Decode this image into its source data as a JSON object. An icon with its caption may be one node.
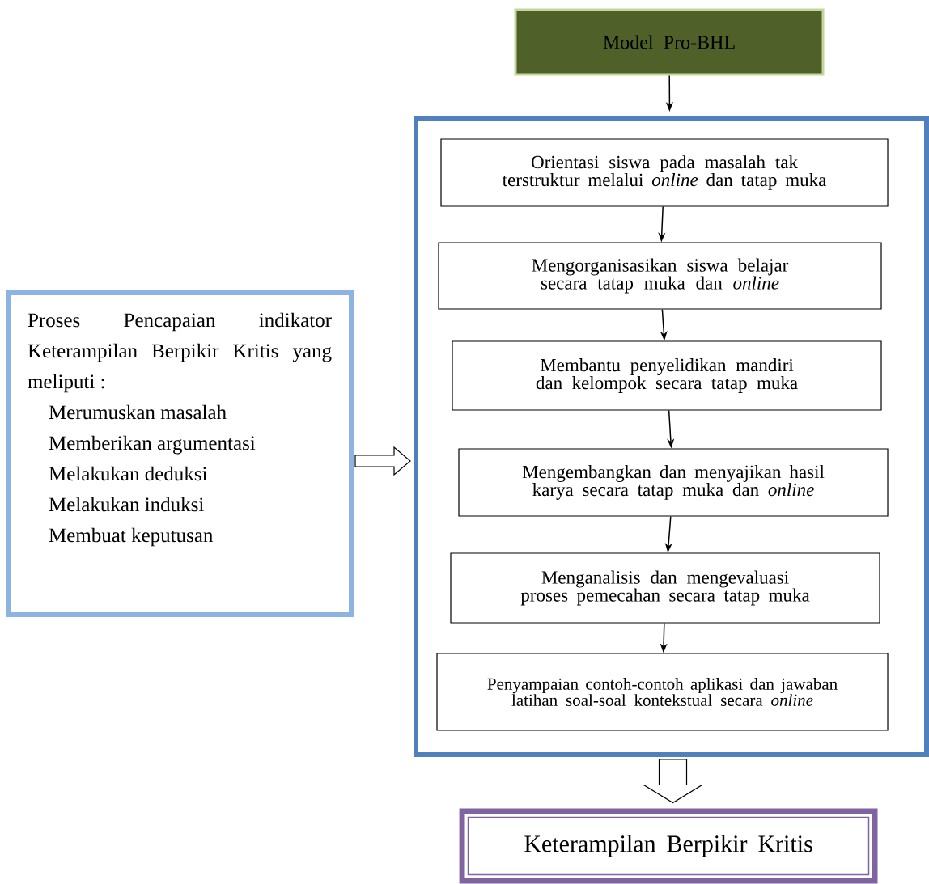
{
  "diagram": {
    "nodes": [
      {
        "text": [
          "Model Pro-BHL"
        ]
      },
      {
        "text": [],
        "shape": "box"
      },
      {
        "text": [
          "Orientasi siswa pada masalah tak terstruktur melalui *online* dan tatap muka"
        ],
        "in": 1
      },
      {
        "text": [
          "Mengorganisasikan siswa belajar secara tatap muka dan *online*"
        ],
        "in": 1
      },
      {
        "text": [
          "Membantu penyelidikan mandiri dan kelompok secara tatap muka"
        ],
        "in": 1
      },
      {
        "text": [
          "Mengembangkan dan menyajikan hasil karya secara tatap muka dan *online*"
        ],
        "in": 1
      },
      {
        "text": [
          "Menganalisis dan mengevaluasi proses pemecahan secara tatap muka"
        ],
        "in": 1
      },
      {
        "text": [
          "Penyampaian contoh-contoh aplikasi dan jawaban latihan soal-soal  kontekstual secara *online*"
        ],
        "in": 1
      },
      {
        "text": [
          "Proses Pencapaian indikator Keterampilan Berpikir Kritis yang meliputi :",
          "Merumuskan masalah",
          "Memberikan argumentasi",
          "Melakukan deduksi",
          "Melakukan induksi",
          "Membuat keputusan"
        ]
      },
      {
        "text": [
          "Keterampilan Berpikir  Kritis"
        ]
      }
    ],
    "edges": [
      {
        "from": 0,
        "to": 1,
        "arrow": "to"
      },
      {
        "from": 2,
        "to": 3,
        "arrow": "to"
      },
      {
        "from": 3,
        "to": 4,
        "arrow": "to"
      },
      {
        "from": 4,
        "to": 5,
        "arrow": "to"
      },
      {
        "from": 5,
        "to": 6,
        "arrow": "to"
      },
      {
        "from": 6,
        "to": 7,
        "arrow": "to"
      },
      {
        "from": 8,
        "to": 1,
        "arrow": "to",
        "style": "thick"
      },
      {
        "from": 1,
        "to": 9,
        "arrow": "to",
        "style": "thick"
      }
    ]
  }
}
